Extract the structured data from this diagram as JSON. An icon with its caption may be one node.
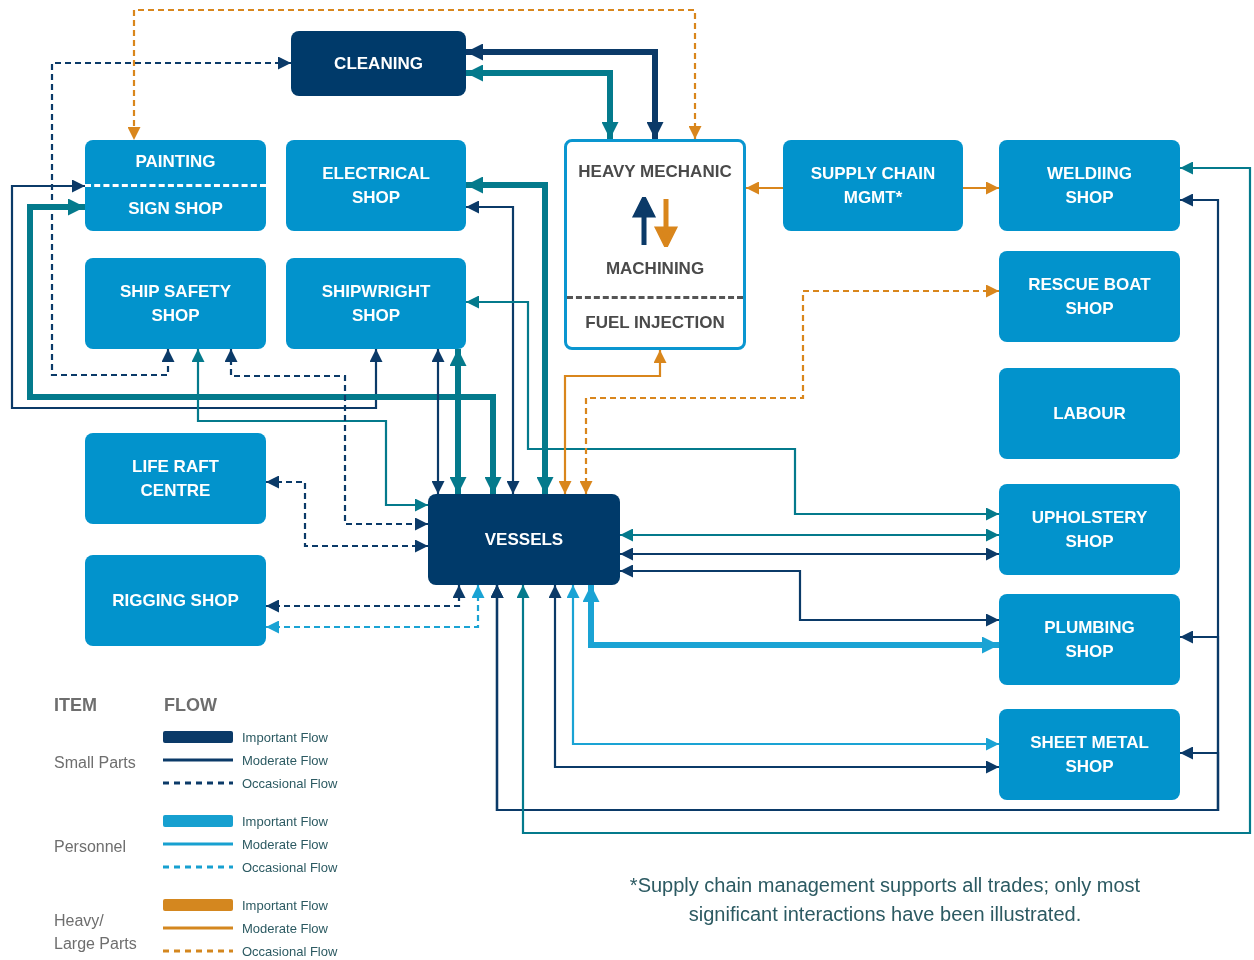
{
  "diagram": {
    "nodes": [
      {
        "text": [
          "CLEANING"
        ]
      },
      {
        "text": [
          "PAINTING",
          "SIGN SHOP"
        ]
      },
      {
        "text": [
          "ELECTRICAL SHOP"
        ]
      },
      {
        "text": [
          "SHIP SAFETY SHOP"
        ]
      },
      {
        "text": [
          "SHIPWRIGHT SHOP"
        ]
      },
      {
        "text": [
          "HEAVY MECHANIC",
          "MACHINING",
          "FUEL INJECTION"
        ]
      },
      {
        "text": [
          "SUPPLY CHAIN MGMT*"
        ]
      },
      {
        "text": [
          "WELDIING SHOP"
        ]
      },
      {
        "text": [
          "RESCUE BOAT SHOP"
        ]
      },
      {
        "text": [
          "LABOUR"
        ]
      },
      {
        "text": [
          "LIFE RAFT CENTRE"
        ]
      },
      {
        "text": [
          "VESSELS"
        ]
      },
      {
        "text": [
          "RIGGING SHOP"
        ]
      },
      {
        "text": [
          "UPHOLSTERY SHOP"
        ]
      },
      {
        "text": [
          "PLUMBING SHOP"
        ]
      },
      {
        "text": [
          "SHEET METAL SHOP"
        ]
      }
    ],
    "edges": [
      {
        "from": 5,
        "to": 1,
        "arrow": "both",
        "style": "dashed",
        "color": "#d9861c"
      },
      {
        "from": 0,
        "to": 5,
        "arrow": "both",
        "style": "thick"
      },
      {
        "from": 0,
        "to": 5,
        "arrow": "both",
        "style": "thick",
        "color": "#047a8c"
      },
      {
        "from": 0,
        "to": 3,
        "arrow": "both",
        "style": "dashed"
      },
      {
        "from": 1,
        "to": 4,
        "arrow": "both"
      },
      {
        "from": 1,
        "to": 11,
        "arrow": "both",
        "style": "thick",
        "color": "#047a8c"
      },
      {
        "from": 3,
        "to": 11,
        "arrow": "both",
        "color": "#047a8c"
      },
      {
        "from": 3,
        "to": 11,
        "arrow": "both",
        "style": "dashed"
      },
      {
        "from": 4,
        "to": 11,
        "arrow": "both"
      },
      {
        "from": 4,
        "to": 11,
        "arrow": "both",
        "style": "thick",
        "color": "#047a8c"
      },
      {
        "from": 2,
        "to": 11,
        "arrow": "both",
        "style": "thick",
        "color": "#047a8c"
      },
      {
        "from": 2,
        "to": 11,
        "arrow": "both"
      },
      {
        "from": 4,
        "to": 13,
        "arrow": "both",
        "color": "#047a8c"
      },
      {
        "from": 5,
        "to": 11,
        "arrow": "both",
        "color": "#d9861c"
      },
      {
        "from": 8,
        "to": 11,
        "arrow": "both",
        "style": "dashed",
        "color": "#d9861c"
      },
      {
        "from": 10,
        "to": 11,
        "arrow": "both",
        "style": "dashed"
      },
      {
        "from": 11,
        "to": 12,
        "arrow": "both",
        "style": "dashed"
      },
      {
        "from": 11,
        "to": 12,
        "arrow": "both",
        "style": "dashed",
        "color": "#1aa3d4"
      },
      {
        "from": 6,
        "to": 5,
        "arrow": "to",
        "color": "#d9861c"
      },
      {
        "from": 6,
        "to": 7,
        "arrow": "to",
        "color": "#d9861c"
      },
      {
        "from": 11,
        "to": 13,
        "arrow": "both",
        "color": "#047a8c"
      },
      {
        "from": 11,
        "to": 13,
        "arrow": "both"
      },
      {
        "from": 11,
        "to": 14,
        "arrow": "both"
      },
      {
        "from": 11,
        "to": 14,
        "arrow": "both",
        "style": "thick",
        "color": "#1aa3d4"
      },
      {
        "from": 11,
        "to": 15,
        "arrow": "both",
        "color": "#1aa3d4"
      },
      {
        "from": 11,
        "to": 15,
        "arrow": "both"
      },
      {
        "from": 11,
        "to": 7,
        "arrow": "both"
      },
      {
        "from": 11,
        "to": 14,
        "arrow": "both"
      },
      {
        "from": 11,
        "to": 15,
        "arrow": "both"
      },
      {
        "from": 11,
        "to": 7,
        "arrow": "both",
        "color": "#047a8c"
      }
    ],
    "labels": [
      "ITEM",
      "FLOW",
      "Small Parts",
      "Personnel",
      "Heavy/ Large Parts",
      "*Supply chain management supports all trades; only most significant interactions have been illustrated."
    ],
    "legend": [
      {
        "text": "Important Flow",
        "color": "#0b3a68"
      },
      {
        "text": "Moderate Flow",
        "color": "#0b3a68"
      },
      {
        "text": "Occasional Flow",
        "color": "#0b3a68"
      },
      {
        "text": "Important Flow",
        "color": "#17a0d0"
      },
      {
        "text": "Moderate Flow",
        "color": "#17a0d0"
      },
      {
        "text": "Occasional Flow",
        "color": "#17a0d0"
      },
      {
        "text": "Important Flow",
        "color": "#d4871f"
      },
      {
        "text": "Moderate Flow",
        "color": "#d4871f"
      },
      {
        "text": "Occasional Flow",
        "color": "#d4871f"
      }
    ]
  }
}
